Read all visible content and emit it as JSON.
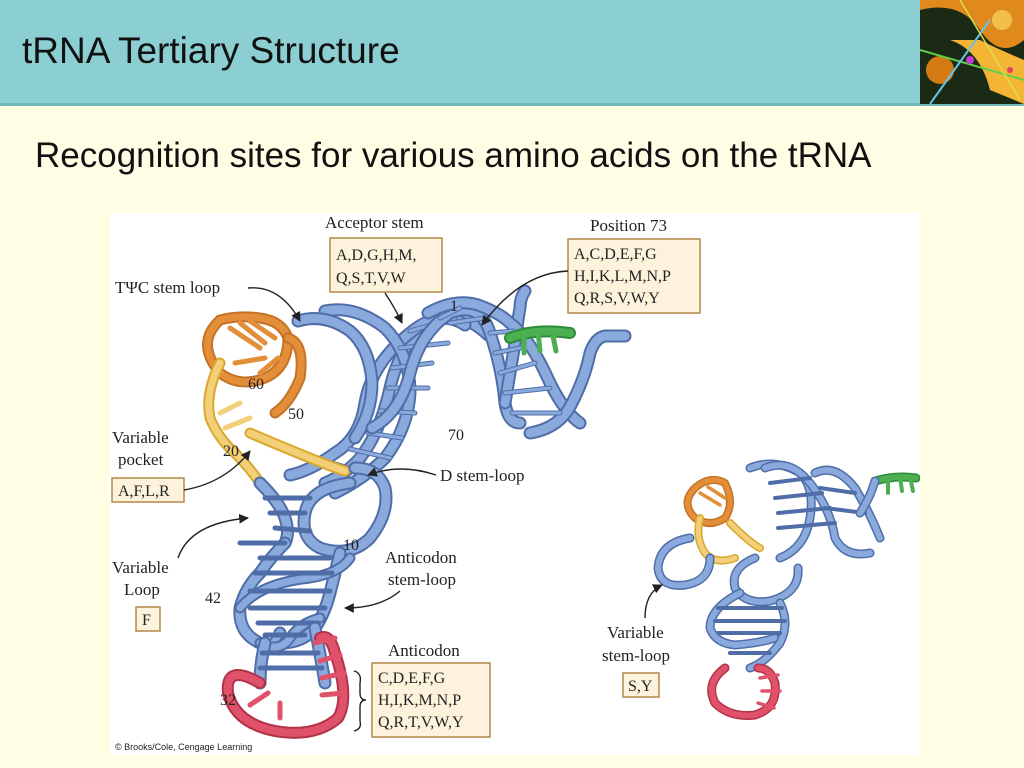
{
  "slide": {
    "title": "tRNA Tertiary Structure",
    "subtitle": "Recognition sites for various amino acids on the tRNA"
  },
  "figure": {
    "labels": {
      "acceptor_stem": "Acceptor stem",
      "position_73": "Position 73",
      "tpsic_loop": "TΨC stem loop",
      "variable_pocket_1": "Variable",
      "variable_pocket_2": "pocket",
      "d_stem_loop": "D stem-loop",
      "variable_loop_1": "Variable",
      "variable_loop_2": "Loop",
      "anticodon_stem_loop_1": "Anticodon",
      "anticodon_stem_loop_2": "stem-loop",
      "anticodon": "Anticodon",
      "variable_stem_loop_1": "Variable",
      "variable_stem_loop_2": "stem-loop"
    },
    "boxes": {
      "acceptor_stem": [
        "A,D,G,H,M,",
        "Q,S,T,V,W"
      ],
      "position_73": [
        "A,C,D,E,F,G",
        "H,I,K,L,M,N,P",
        "Q,R,S,V,W,Y"
      ],
      "variable_pocket": [
        "A,F,L,R"
      ],
      "variable_loop": [
        "F"
      ],
      "anticodon": [
        "C,D,E,F,G",
        "H,I,K,M,N,P",
        "Q,R,T,V,W,Y"
      ],
      "variable_stem_loop": [
        "S,Y"
      ]
    },
    "positions": {
      "p1": "1",
      "p60": "60",
      "p50": "50",
      "p70": "70",
      "p20": "20",
      "p10": "10",
      "p42": "42",
      "p32": "32"
    },
    "credit": "© Brooks/Cole, Cengage Learning",
    "colors": {
      "stem": "#8aa9dd",
      "stem_edge": "#4f6ea8",
      "tpsic": "#e38f3a",
      "d_arm": "#f2cf78",
      "acceptor_end": "#4caf50",
      "anticodon": "#e0526a"
    }
  }
}
